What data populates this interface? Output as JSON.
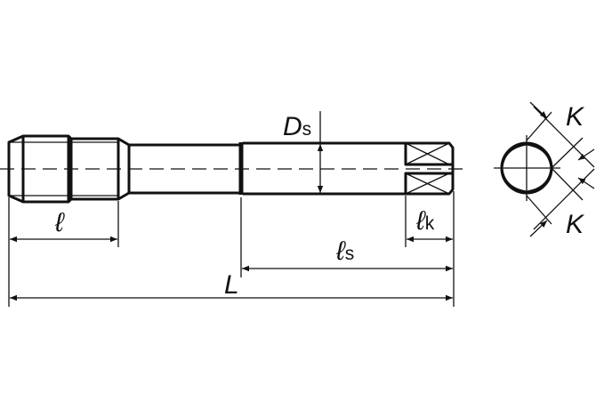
{
  "title": "Tap dimension drawing",
  "labels": {
    "overall_length": "L",
    "thread_length": "ℓ",
    "shank_length": "ℓ",
    "shank_length_sub": "s",
    "square_length": "ℓ",
    "square_length_sub": "k",
    "shank_diameter": "D",
    "shank_diameter_sub": "s",
    "square_size_top": "K",
    "square_size_bottom": "K"
  },
  "colors": {
    "line": "#111111",
    "background": "#ffffff"
  }
}
